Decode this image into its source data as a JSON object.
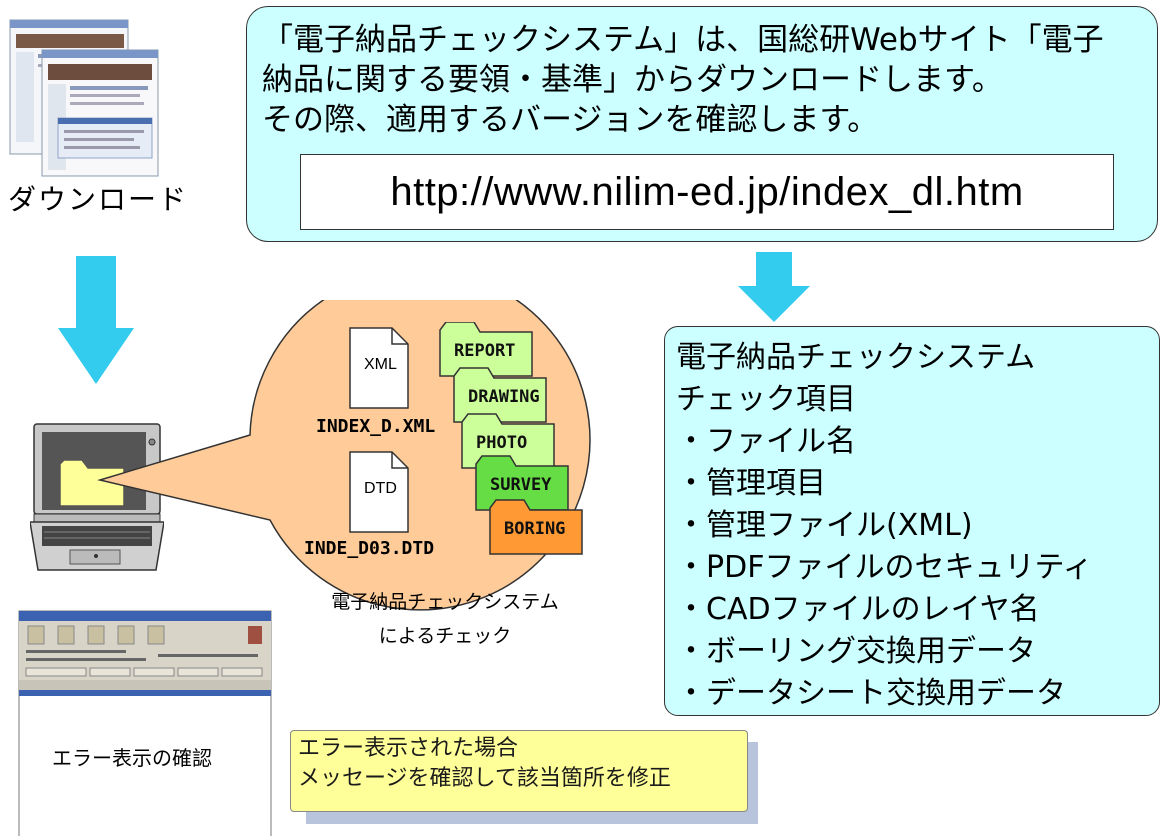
{
  "download_label": "ダウンロード",
  "info": {
    "text": "「電子納品チェックシステム」は、国総研Webサイト「電子\n納品に関する要領・基準」からダウンロードします。\nその際、適用するバージョンを確認します。",
    "url": "http://www.nilim-ed.jp/index_dl.htm"
  },
  "files": {
    "xml_icon_label": "XML",
    "xml_filename": "INDEX_D.XML",
    "dtd_icon_label": "DTD",
    "dtd_filename": "INDE_D03.DTD"
  },
  "folders": [
    {
      "label": "REPORT",
      "color": "#ccff99"
    },
    {
      "label": "DRAWING",
      "color": "#ccff99"
    },
    {
      "label": "PHOTO",
      "color": "#ccff99"
    },
    {
      "label": "SURVEY",
      "color": "#66dd44"
    },
    {
      "label": "BORING",
      "color": "#ff9933"
    }
  ],
  "circle_caption": "電子納品チェックシステム\nによるチェック",
  "checklist": {
    "title": "電子納品チェックシステム",
    "subtitle": "チェック項目",
    "items": [
      "・ファイル名",
      "・管理項目",
      "・管理ファイル(XML)",
      "・PDFファイルのセキュリティ",
      "・CADファイルのレイヤ名",
      "・ボーリング交換用データ",
      "・データシート交換用データ"
    ]
  },
  "error_label": "エラー表示の確認",
  "note": {
    "text": "エラー表示された場合\nメッセージを確認して該当箇所を修正"
  },
  "colors": {
    "arrow": "#33ccee",
    "box_fill": "#ccffff",
    "circle_fill": "#ffcc99",
    "note_fill": "#ffff99"
  }
}
